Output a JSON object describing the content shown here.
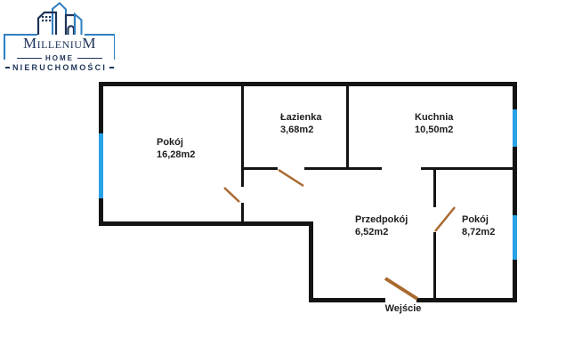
{
  "logo": {
    "brand": "MilleniuM",
    "tagline": "HOME",
    "subtitle": "NIERUCHOMOŚCI",
    "colors": {
      "logo_navy": "#1d3358",
      "logo_blue": "#2e7fc2"
    }
  },
  "floorplan": {
    "rooms": [
      {
        "name": "Pokój",
        "area": "16,28m2"
      },
      {
        "name": "Łazienka",
        "area": "3,68m2"
      },
      {
        "name": "Kuchnia",
        "area": "10,50m2"
      },
      {
        "name": "Przedpokój",
        "area": "6,52m2"
      },
      {
        "name": "Pokój",
        "area": "8,72m2"
      }
    ],
    "entrance_label": "Wejście",
    "colors": {
      "wall": "#141414",
      "window": "#29a3e8",
      "door": "#a9692f"
    }
  }
}
